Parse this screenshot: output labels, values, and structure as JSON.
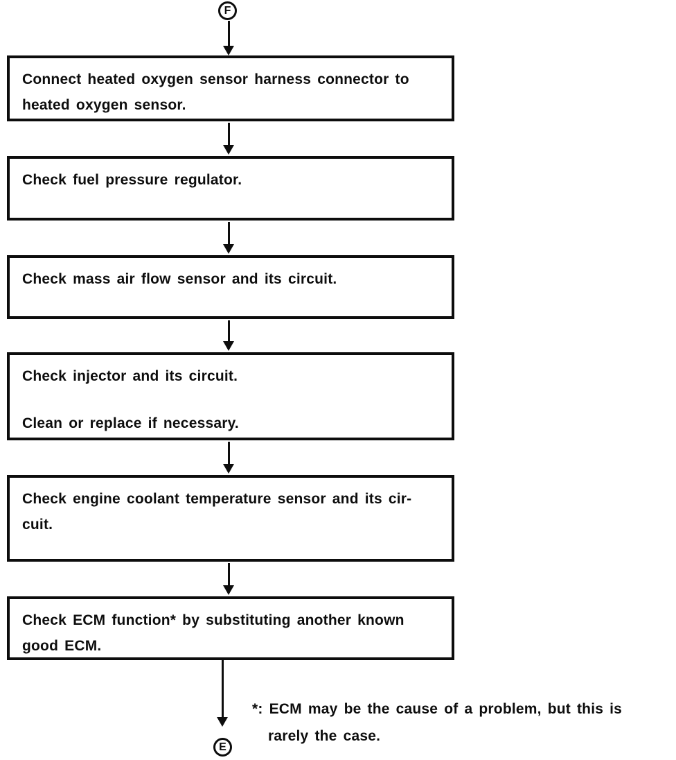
{
  "connector_top": {
    "label": "F"
  },
  "connector_bottom": {
    "label": "E"
  },
  "boxes": [
    {
      "line1": "Connect heated oxygen sensor harness connector to",
      "line2": "heated oxygen sensor."
    },
    {
      "line1": "Check fuel pressure regulator.",
      "line2": ""
    },
    {
      "line1": "Check mass air flow sensor and its circuit.",
      "line2": ""
    },
    {
      "line1": "Check injector and its circuit.",
      "line2": "Clean or replace if necessary."
    },
    {
      "line1": "Check engine coolant temperature sensor and its cir-",
      "line2": "cuit."
    },
    {
      "line1": "Check ECM function* by substituting another known",
      "line2": "good ECM."
    }
  ],
  "footnote": {
    "line1": "*: ECM may be the cause of a problem, but this is",
    "line2": "rarely the case."
  },
  "colors": {
    "ink": "#0d0d0d",
    "background": "#ffffff"
  }
}
